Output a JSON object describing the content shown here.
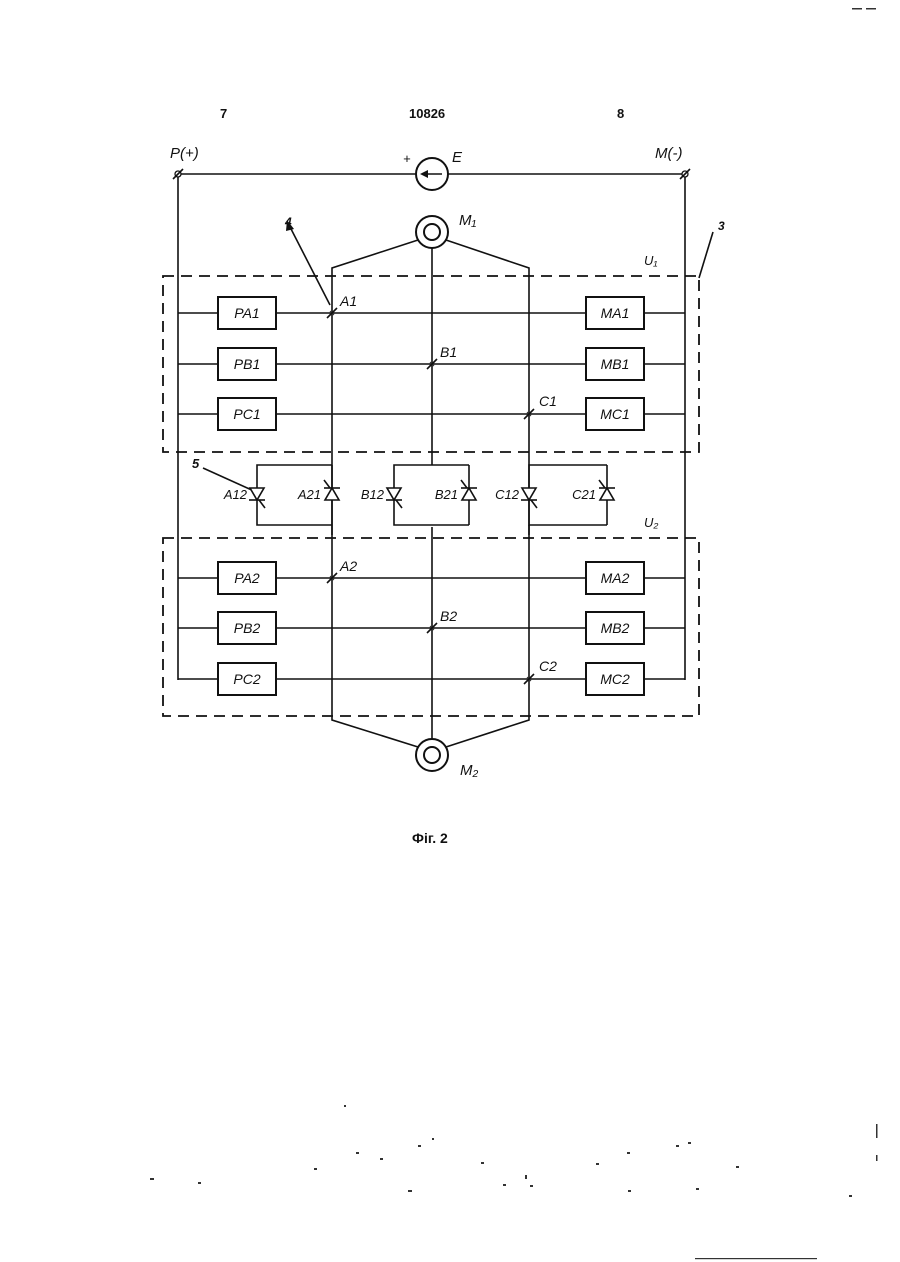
{
  "page": {
    "left_page_number": "7",
    "patent_number": "10826",
    "right_page_number": "8",
    "figure_caption": "Фіг. 2"
  },
  "terminals": {
    "positive": "P(+)",
    "negative": "M(-)",
    "source_plus": "+",
    "source": "E"
  },
  "motors": {
    "top": "M₁",
    "bottom": "M₂"
  },
  "units": {
    "upper": "U₁",
    "lower": "U₂"
  },
  "reference_numerals": {
    "arrow_4": "4",
    "dashed_3": "3",
    "diode_5": "5"
  },
  "nodes": {
    "upper": [
      "A1",
      "B1",
      "C1"
    ],
    "lower": [
      "A2",
      "B2",
      "C2"
    ]
  },
  "blocks": {
    "upper_left": [
      "PA1",
      "PB1",
      "PC1"
    ],
    "upper_right": [
      "MA1",
      "MB1",
      "MC1"
    ],
    "lower_left": [
      "PA2",
      "PB2",
      "PC2"
    ],
    "lower_right": [
      "MA2",
      "MB2",
      "MC2"
    ]
  },
  "thyristors": [
    "A12",
    "A21",
    "B12",
    "B21",
    "C12",
    "C21"
  ]
}
